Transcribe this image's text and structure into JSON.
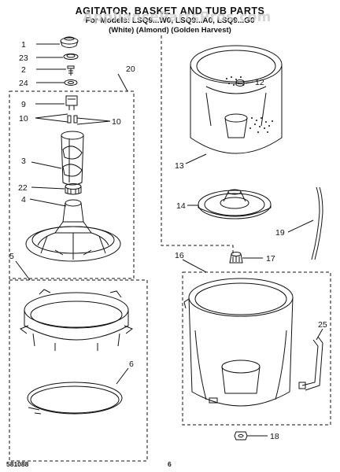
{
  "header": {
    "title": "AGITATOR, BASKET AND TUB PARTS",
    "subtitle": "For Models: LSQ9...W0, LSQ9...A0, LSQ9...G0",
    "colors": "(White)    (Almond) (Golden Harvest)"
  },
  "watermark": "AppliancePartsPros.com",
  "footer": {
    "left": "581088",
    "page": "6"
  },
  "callouts": {
    "c1": "1",
    "c23": "23",
    "c2": "2",
    "c24": "24",
    "c20": "20",
    "c9": "9",
    "c10a": "10",
    "c10b": "10",
    "c3": "3",
    "c22": "22",
    "c4": "4",
    "c5": "5",
    "c6": "6",
    "c12": "12",
    "c13": "13",
    "c14": "14",
    "c19": "19",
    "c16": "16",
    "c17": "17",
    "c25": "25",
    "c18": "18"
  }
}
